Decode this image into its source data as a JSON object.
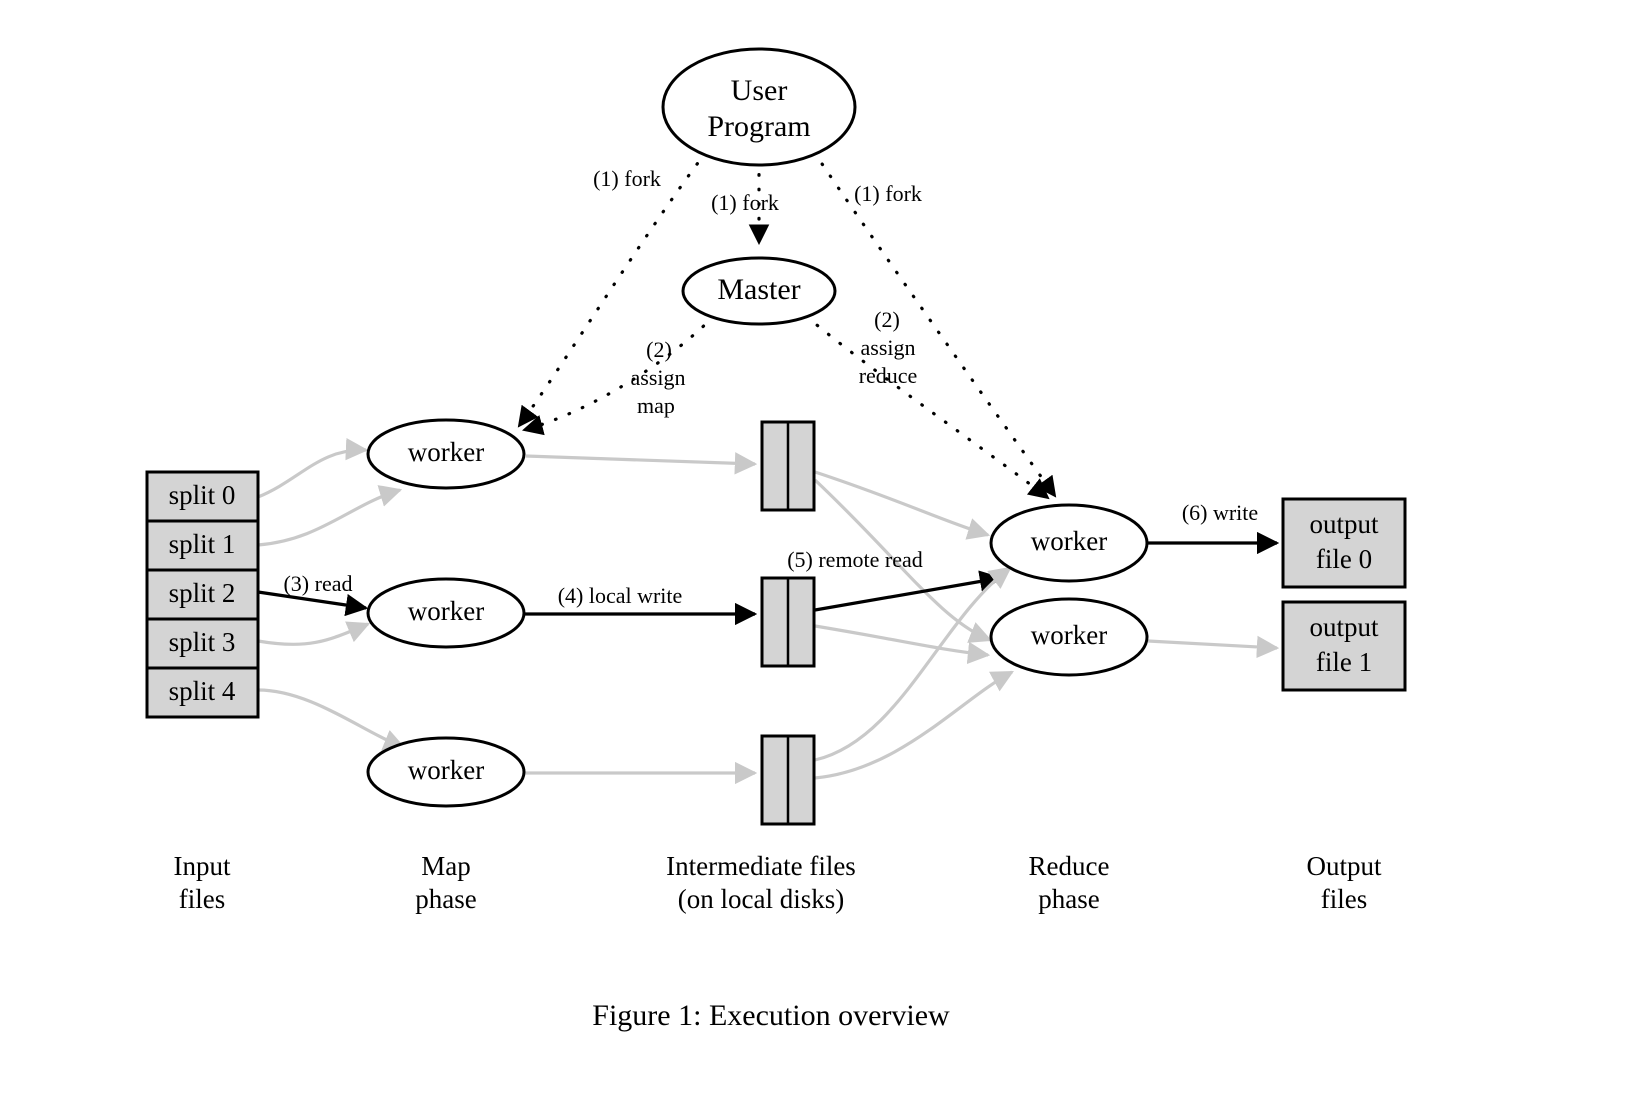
{
  "figure": {
    "caption": "Figure 1: Execution overview",
    "background_color": "#ffffff",
    "box_fill_color": "#d4d4d4",
    "edge_black_color": "#000000",
    "edge_gray_color": "#c9c9c9"
  },
  "nodes": {
    "user_program": {
      "line1": "User",
      "line2": "Program"
    },
    "master": {
      "label": "Master"
    },
    "map_workers": [
      {
        "label": "worker"
      },
      {
        "label": "worker"
      },
      {
        "label": "worker"
      }
    ],
    "reduce_workers": [
      {
        "label": "worker"
      },
      {
        "label": "worker"
      }
    ],
    "input_splits": [
      {
        "label": "split 0"
      },
      {
        "label": "split 1"
      },
      {
        "label": "split 2"
      },
      {
        "label": "split 3"
      },
      {
        "label": "split 4"
      }
    ],
    "intermediate_files": [
      {
        "label": ""
      },
      {
        "label": ""
      },
      {
        "label": ""
      }
    ],
    "output_files": [
      {
        "line1": "output",
        "line2": "file 0"
      },
      {
        "line1": "output",
        "line2": "file 1"
      }
    ]
  },
  "edge_labels": {
    "fork_left": "(1) fork",
    "fork_center": "(1) fork",
    "fork_right": "(1) fork",
    "assign_map_l1": "(2)",
    "assign_map_l2": "assign",
    "assign_map_l3": "map",
    "assign_reduce_l1": "(2)",
    "assign_reduce_l2": "assign",
    "assign_reduce_l3": "reduce",
    "read": "(3) read",
    "local_write": "(4) local write",
    "remote_read": "(5) remote read",
    "write": "(6) write"
  },
  "column_labels": [
    {
      "line1": "Input",
      "line2": "files"
    },
    {
      "line1": "Map",
      "line2": "phase"
    },
    {
      "line1": "Intermediate files",
      "line2": "(on local disks)"
    },
    {
      "line1": "Reduce",
      "line2": "phase"
    },
    {
      "line1": "Output",
      "line2": "files"
    }
  ]
}
